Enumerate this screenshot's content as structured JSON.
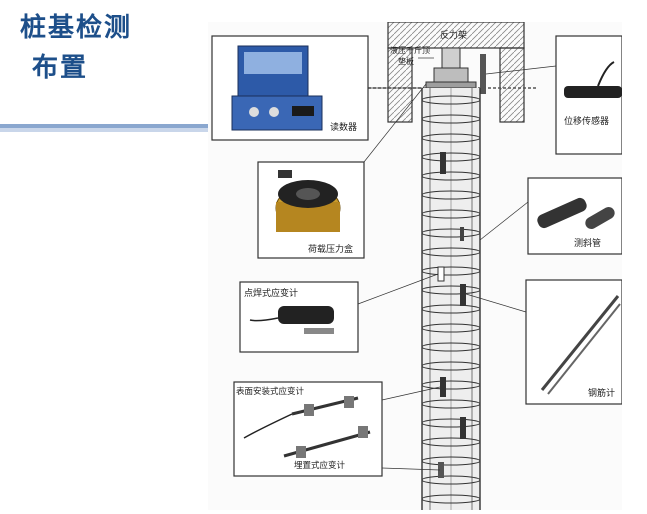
{
  "slide": {
    "title_line1": "桩基检测",
    "title_line2": "布置"
  },
  "diagram": {
    "labels": {
      "reaction_frame": "反力架",
      "jack": "液压千斤顶",
      "steel_plate": "垫板",
      "readout": "读数器",
      "displacement_sensor": "位移传感器",
      "load_cell": "荷载压力盒",
      "inclinometer_tube": "测斜管",
      "welded_strain_gauge": "点焊式应变计",
      "rebar_meter": "钢筋计",
      "surface_strain_gauge": "表面安装式应变计",
      "embedded_strain_gauge": "埋置式应变计"
    }
  },
  "colors": {
    "title": "#1d4f8a",
    "rule": "#8aa7cf",
    "line": "#333333",
    "concrete": "#d9d9d9"
  }
}
